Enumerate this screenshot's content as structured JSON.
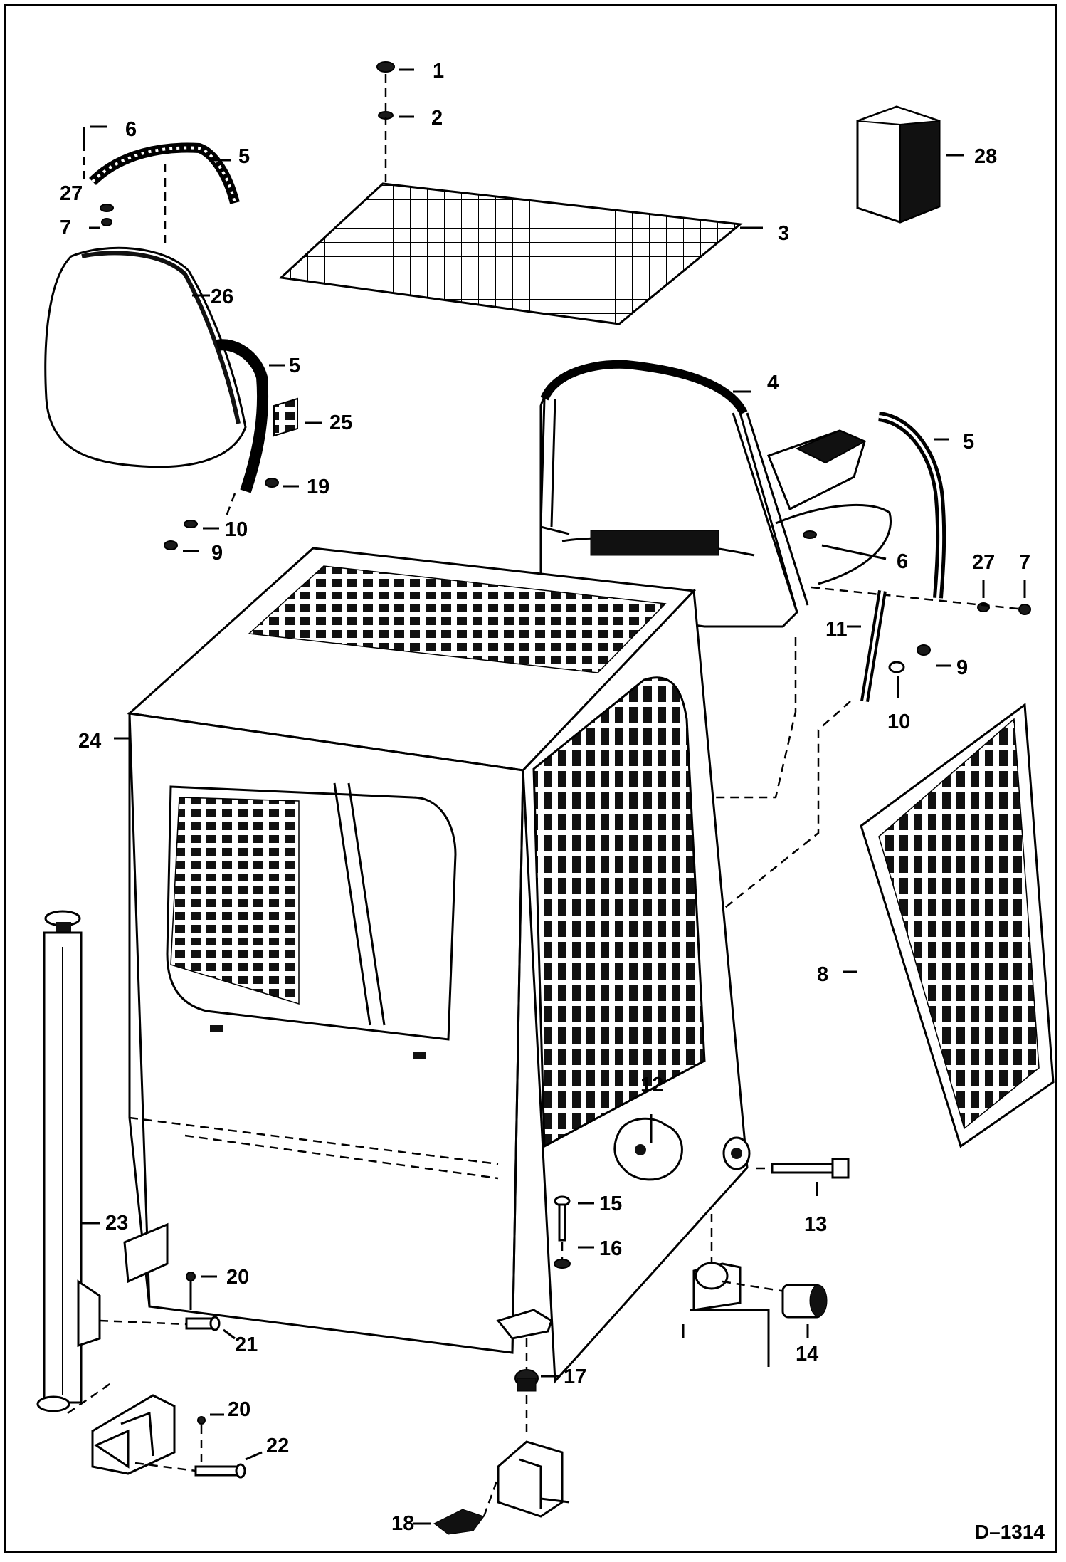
{
  "diagram": {
    "drawing_id": "D–1314",
    "callouts": {
      "c1": "1",
      "c2": "2",
      "c3": "3",
      "c4": "4",
      "c5a": "5",
      "c5b": "5",
      "c5c": "5",
      "c6a": "6",
      "c6b": "6",
      "c7a": "7",
      "c7b": "7",
      "c8": "8",
      "c9a": "9",
      "c9b": "9",
      "c10a": "10",
      "c10b": "10",
      "c11": "11",
      "c12": "12",
      "c13": "13",
      "c14": "14",
      "c15": "15",
      "c16": "16",
      "c17": "17",
      "c18": "18",
      "c19": "19",
      "c20a": "20",
      "c20b": "20",
      "c21": "21",
      "c22": "22",
      "c23": "23",
      "c24": "24",
      "c25": "25",
      "c26": "26",
      "c27a": "27",
      "c27b": "27",
      "c28": "28"
    }
  }
}
